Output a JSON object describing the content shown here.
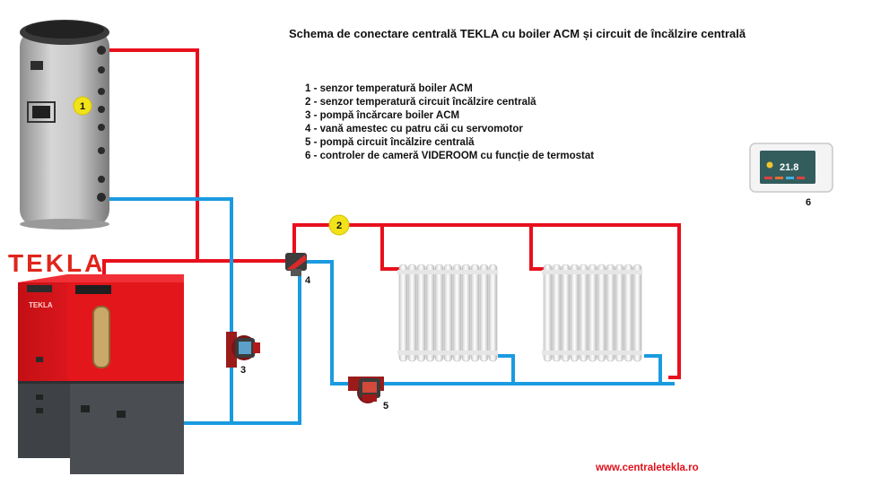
{
  "title": "Schema de conectare centrală TEKLA cu boiler ACM și circuit de încălzire centrală",
  "legend": [
    "1 - senzor temperatură boiler ACM",
    "2 - senzor temperatură circuit încălzire centrală",
    "3 - pompă încărcare boiler ACM",
    "4 - vană amestec cu patru căi cu servomotor",
    "5 - pompă circuit încălzire centrală",
    "6 - controler de cameră VIDEROOM cu funcție de termostat"
  ],
  "brand": "TEKLA",
  "boiler_brand_label": "TEKLA",
  "website": "www.centraletekla.ro",
  "thermostat_display": "21.8",
  "markers": {
    "sensor_1": "1",
    "sensor_2": "2",
    "pump_3": "3",
    "valve_4": "4",
    "pump_5": "5",
    "controller_6": "6"
  },
  "colors": {
    "hot_pipe": "#e8101c",
    "cold_pipe": "#1a9be0",
    "sensor": "#f2e21a",
    "boiler_body": "#e3161c",
    "boiler_base": "#4a4d52"
  }
}
